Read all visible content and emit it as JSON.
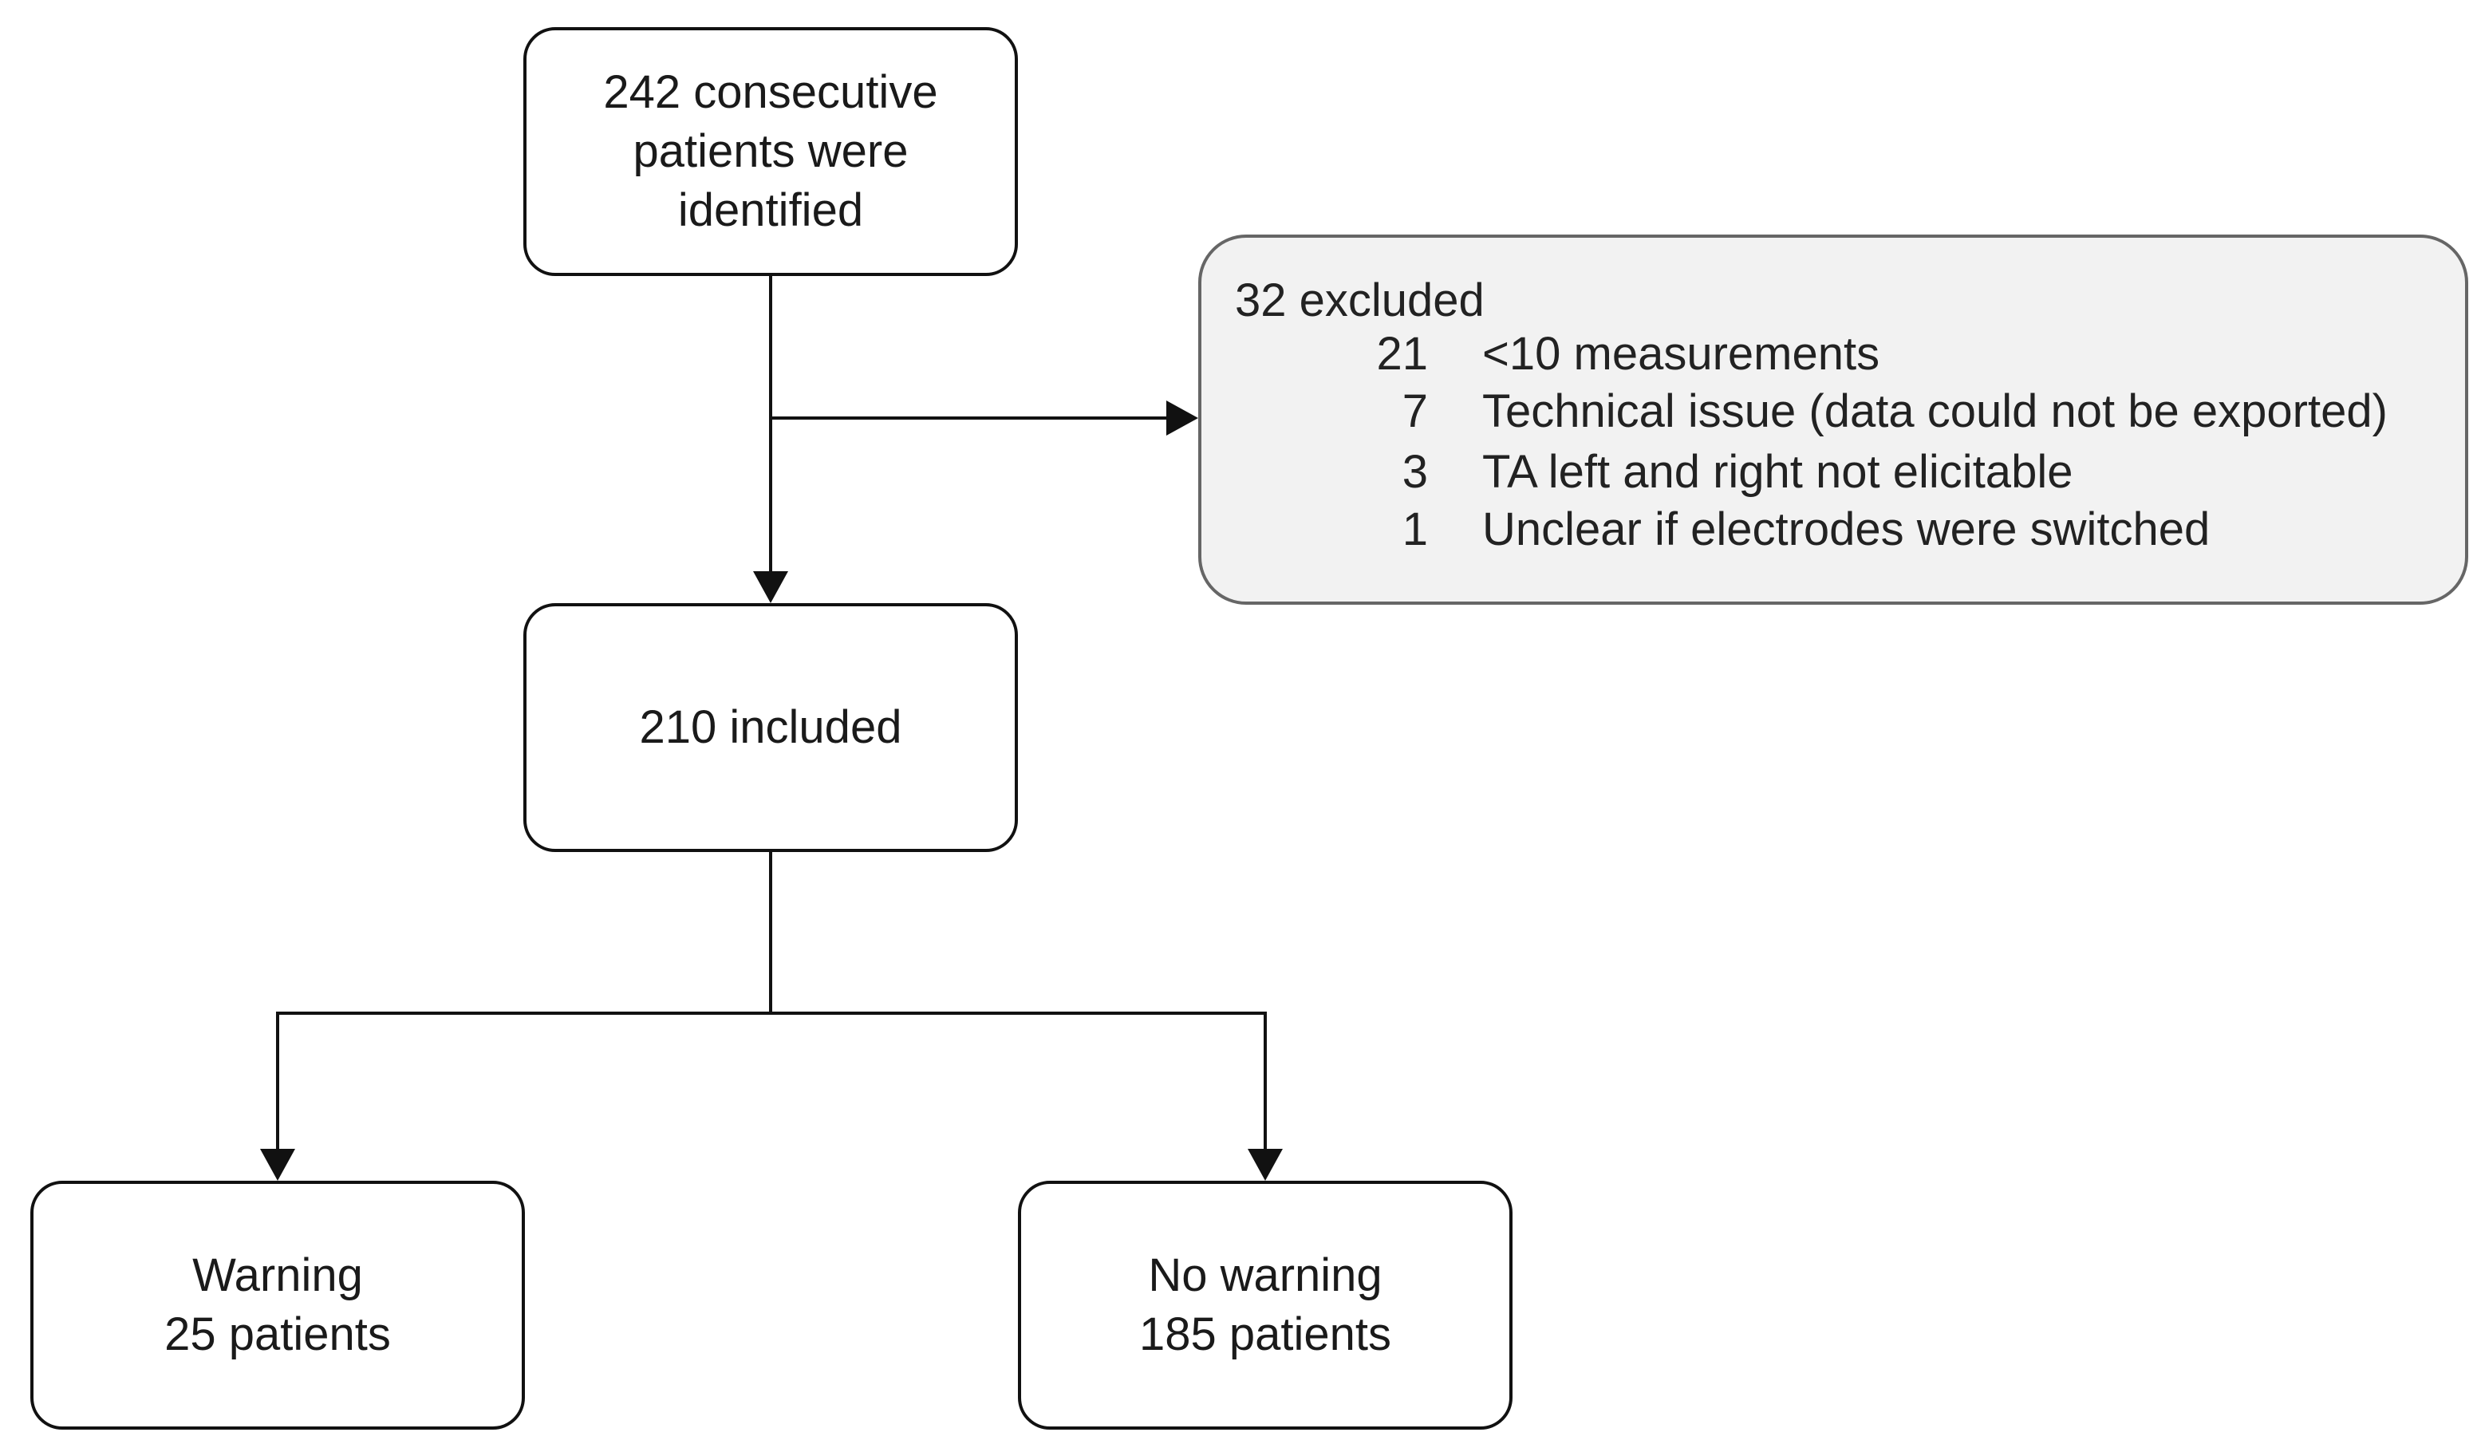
{
  "nodes": {
    "identified": {
      "lines": [
        "242 consecutive",
        "patients were",
        "identified"
      ]
    },
    "included": {
      "lines": [
        "210 included"
      ]
    },
    "warning": {
      "lines": [
        "Warning",
        "25 patients"
      ]
    },
    "no_warning": {
      "lines": [
        "No warning",
        "185 patients"
      ]
    }
  },
  "excluded": {
    "title": "32 excluded",
    "reasons": [
      {
        "count": "21",
        "label": "<10 measurements"
      },
      {
        "count": "7",
        "label": "Technical issue (data could not be exported)"
      },
      {
        "count": "3",
        "label": "TA left and right not elicitable"
      },
      {
        "count": "1",
        "label": "Unclear if electrodes were switched"
      }
    ]
  },
  "colors": {
    "line": "#111111",
    "excluded_fill": "#f2f2f2",
    "excluded_border": "#666666"
  }
}
